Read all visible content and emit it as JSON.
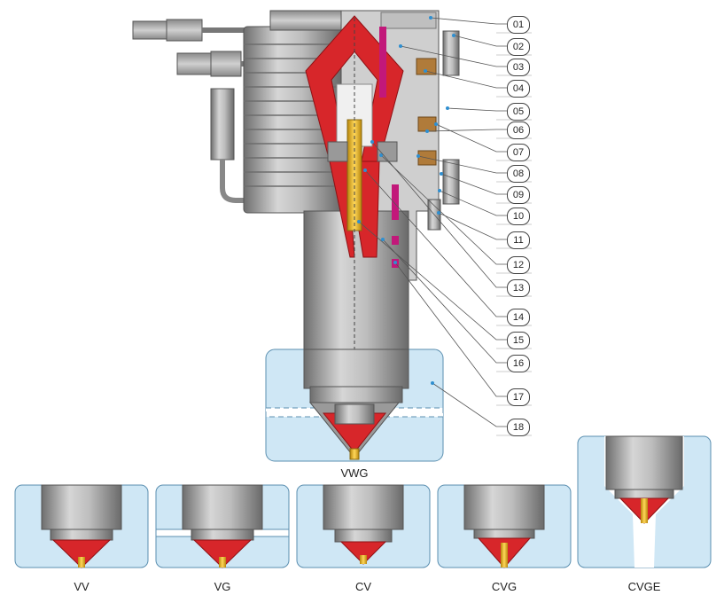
{
  "callouts": [
    "01",
    "02",
    "03",
    "04",
    "05",
    "06",
    "07",
    "08",
    "09",
    "10",
    "11",
    "12",
    "13",
    "14",
    "15",
    "16",
    "17",
    "18"
  ],
  "main_label": "VWG",
  "variants": [
    "VV",
    "VG",
    "CV",
    "CVG",
    "CVGE"
  ],
  "colors": {
    "panel_blue": "#cfe7f5",
    "metal": "#a9a9a9",
    "metal_dark": "#7d7d7d",
    "heater_red": "#d7262a",
    "tip_gold": "#e8b526",
    "band_magenta": "#c2187a",
    "leader_blue": "#5aa7d8"
  }
}
